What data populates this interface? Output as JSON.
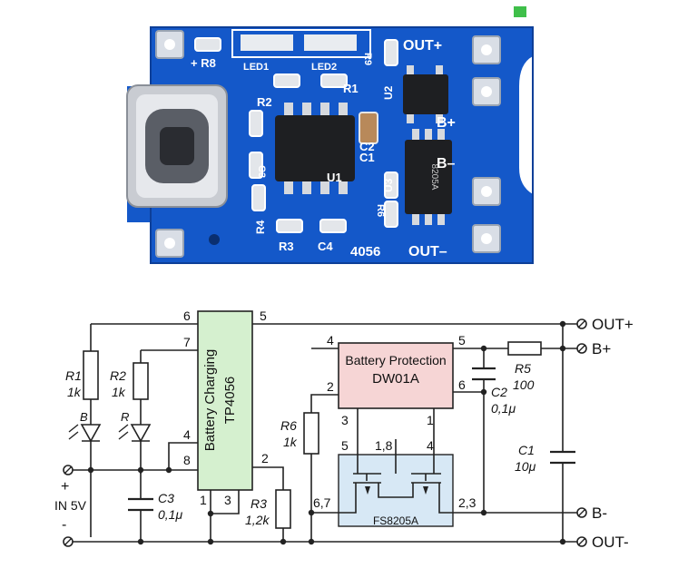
{
  "board": {
    "chip_marking": "4056",
    "labels": {
      "r8": "+ R8",
      "led1": "LED1",
      "led2": "LED2",
      "r1": "R1",
      "r2": "R2",
      "u1": "U1",
      "c1": "C1",
      "c2": "C2",
      "c3": "C3",
      "u2": "U2",
      "u3": "U3",
      "r4": "R4",
      "r3": "R3",
      "c4": "C4",
      "r6": "R6",
      "r9": "R9",
      "out_plus": "OUT+",
      "b_plus": "B+",
      "b_minus": "B–",
      "out_minus": "OUT–",
      "fs_chip": "8205A"
    }
  },
  "schematic": {
    "charger": {
      "name": "Battery Charging",
      "part": "TP4056",
      "pins": {
        "p6": "6",
        "p5": "5",
        "p7": "7",
        "p4": "4",
        "p8": "8",
        "p2": "2",
        "p1": "1",
        "p3": "3"
      }
    },
    "protection": {
      "name": "Battery Protection",
      "part": "DW01A",
      "pins": {
        "p4": "4",
        "p5": "5",
        "p2": "2",
        "p6": "6",
        "p3": "3",
        "p1": "1"
      }
    },
    "mosfet": {
      "part": "FS8205A",
      "pins": {
        "p5": "5",
        "p18": "1,8",
        "p4": "4",
        "p67": "6,7",
        "p23": "2,3"
      }
    },
    "components": {
      "r1": {
        "ref": "R1",
        "value": "1k"
      },
      "r2": {
        "ref": "R2",
        "value": "1k"
      },
      "led_b": {
        "ref": "B"
      },
      "led_r": {
        "ref": "R"
      },
      "c3": {
        "ref": "C3",
        "value": "0,1μ"
      },
      "r3": {
        "ref": "R3",
        "value": "1,2k"
      },
      "r6": {
        "ref": "R6",
        "value": "1k"
      },
      "r5": {
        "ref": "R5",
        "value": "100"
      },
      "c2": {
        "ref": "C2",
        "value": "0,1μ"
      },
      "c1": {
        "ref": "C1",
        "value": "10μ"
      }
    },
    "terminals": {
      "out_plus": "OUT+",
      "b_plus": "B+",
      "b_minus": "B-",
      "out_minus": "OUT-",
      "in_plus": "+",
      "in_label": "IN 5V",
      "in_minus": "-"
    }
  }
}
